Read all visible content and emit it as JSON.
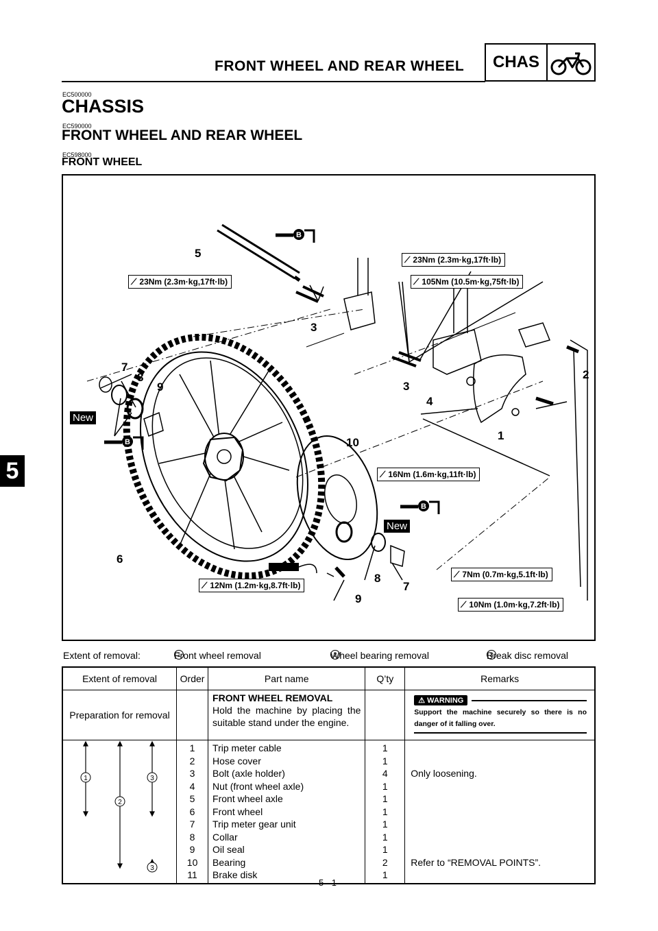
{
  "header": {
    "title": "FRONT WHEEL AND REAR WHEEL",
    "section_code": "CHAS"
  },
  "headings": {
    "code1": "EC500000",
    "chassis": "CHASSIS",
    "code2": "EC590000",
    "wheels": "FRONT WHEEL AND REAR WHEEL",
    "code3": "EC598000",
    "front": "FRONT WHEEL"
  },
  "chapter_tab": "5",
  "diagram": {
    "torques": [
      "23Nm (2.3m·kg,17ft·lb)",
      "23Nm (2.3m·kg,17ft·lb)",
      "105Nm (10.5m·kg,75ft·lb)",
      "16Nm (1.6m·kg,11ft·lb)",
      "12Nm (1.2m·kg,8.7ft·lb)",
      "7Nm (0.7m·kg,5.1ft·lb)",
      "10Nm (1.0m·kg,7.2ft·lb)"
    ],
    "callouts": [
      "5",
      "3",
      "3",
      "4",
      "2",
      "1",
      "7",
      "8",
      "9",
      "10",
      "6",
      "9",
      "8",
      "7"
    ],
    "new_label": "New",
    "grease_letter": "B"
  },
  "extent": {
    "label": "Extent of removal:",
    "items": [
      {
        "num": "1",
        "text": "Front wheel removal"
      },
      {
        "num": "2",
        "text": "Wheel bearing removal"
      },
      {
        "num": "3",
        "text": "Break disc removal"
      }
    ]
  },
  "table": {
    "headers": [
      "Extent of removal",
      "Order",
      "Part name",
      "Q’ty",
      "Remarks"
    ],
    "prep": {
      "extent": "Preparation for removal",
      "part_title": "FRONT WHEEL REMOVAL",
      "part_text": "Hold the machine by placing the suitable stand under the engine.",
      "warning_label": "WARNING",
      "warning_text": "Support the machine securely so there is no danger of it falling over."
    },
    "rows": [
      {
        "order": "1",
        "part": "Trip meter cable",
        "qty": "1",
        "remark": ""
      },
      {
        "order": "2",
        "part": "Hose cover",
        "qty": "1",
        "remark": ""
      },
      {
        "order": "3",
        "part": "Bolt (axle holder)",
        "qty": "4",
        "remark": "Only loosening."
      },
      {
        "order": "4",
        "part": "Nut (front wheel axle)",
        "qty": "1",
        "remark": ""
      },
      {
        "order": "5",
        "part": "Front wheel axle",
        "qty": "1",
        "remark": ""
      },
      {
        "order": "6",
        "part": "Front wheel",
        "qty": "1",
        "remark": ""
      },
      {
        "order": "7",
        "part": "Trip meter gear unit",
        "qty": "1",
        "remark": ""
      },
      {
        "order": "8",
        "part": "Collar",
        "qty": "1",
        "remark": ""
      },
      {
        "order": "9",
        "part": "Oil seal",
        "qty": "1",
        "remark": ""
      },
      {
        "order": "10",
        "part": "Bearing",
        "qty": "2",
        "remark": "Refer to “REMOVAL POINTS”."
      },
      {
        "order": "11",
        "part": "Brake disk",
        "qty": "1",
        "remark": ""
      }
    ],
    "extent_markers": [
      "1",
      "2",
      "3",
      "3"
    ]
  },
  "page_number": "5 - 1"
}
